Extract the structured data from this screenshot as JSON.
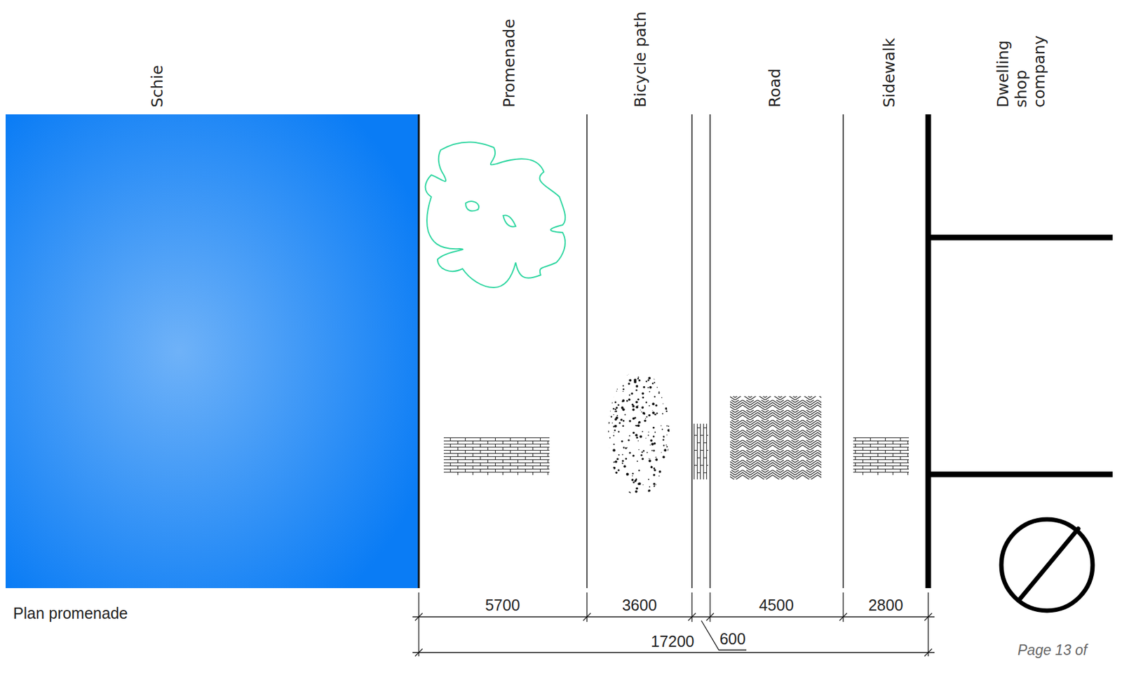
{
  "diagram": {
    "labels": [
      "Schie",
      "Promenade",
      "Bicycle path",
      "Road",
      "Sidewalk",
      "Dwelling shop company",
      "5700",
      "3600",
      "600",
      "4500",
      "2800",
      "17200",
      "Plan promenade",
      "Page 13 of"
    ]
  }
}
